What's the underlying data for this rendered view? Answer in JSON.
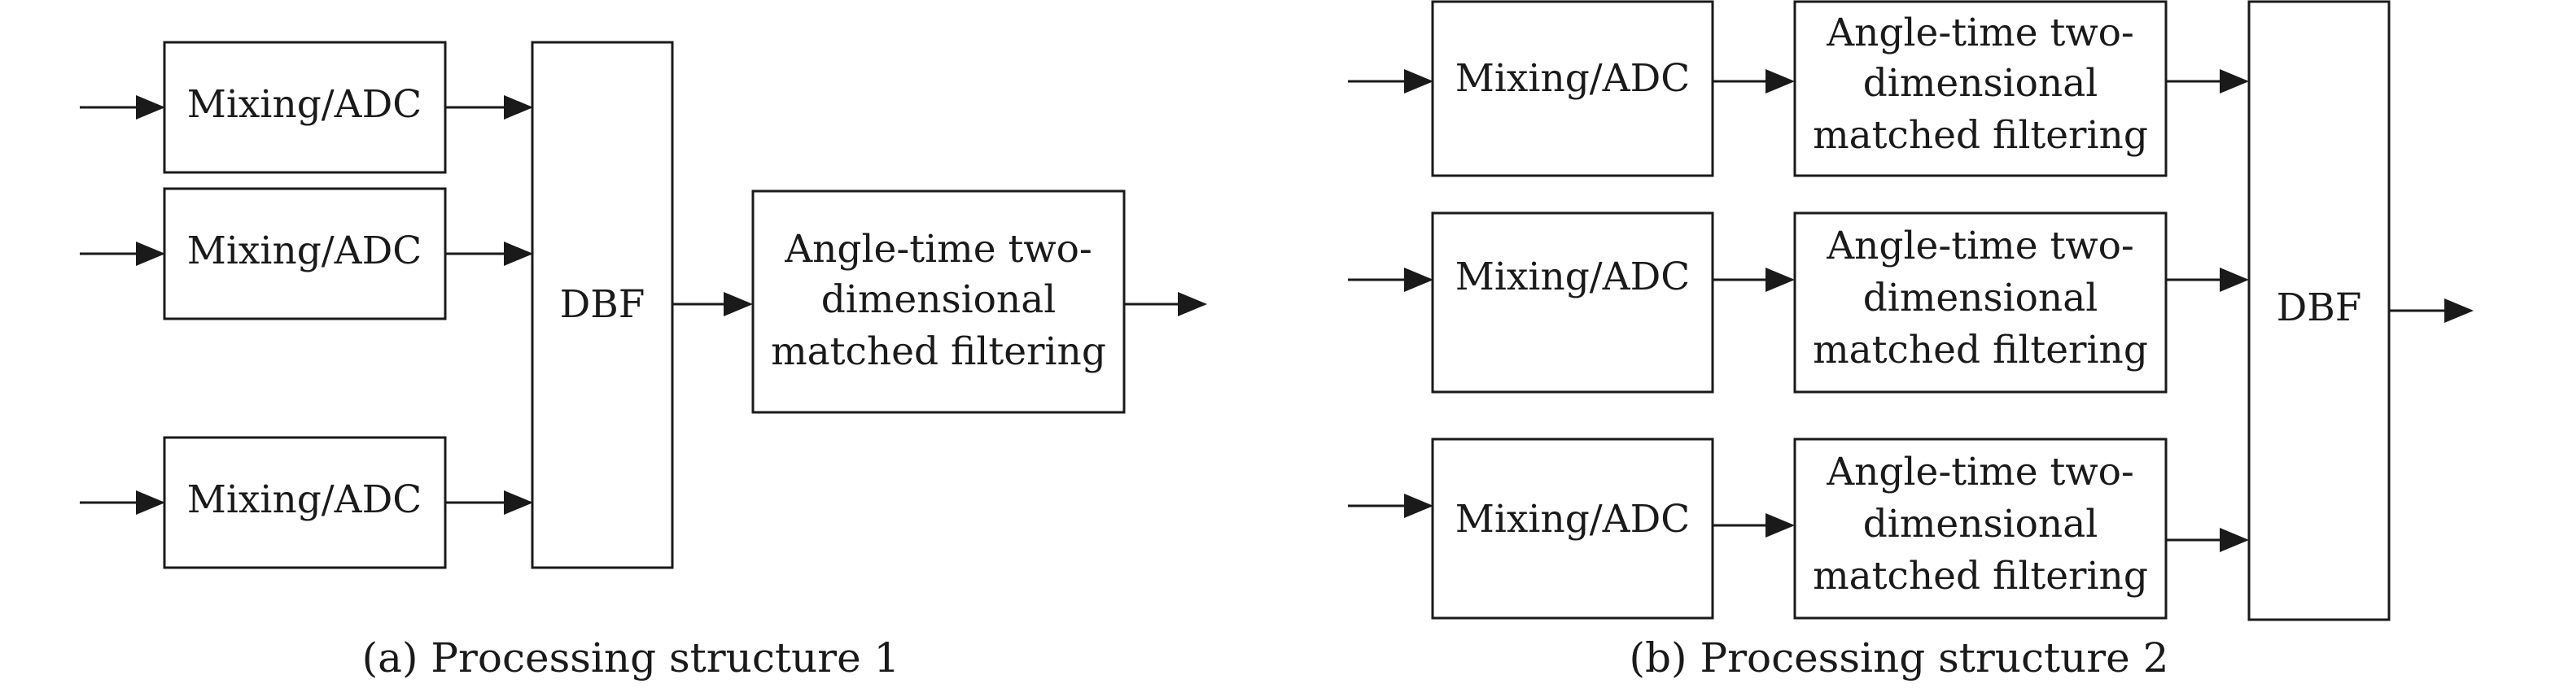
{
  "panel_a": {
    "caption": "(a) Processing structure 1",
    "mixing_adc": [
      "Mixing/ADC",
      "Mixing/ADC",
      "Mixing/ADC"
    ],
    "dbf": "DBF",
    "filter": [
      "Angle-time two-",
      "dimensional",
      "matched filtering"
    ]
  },
  "panel_b": {
    "caption": "(b) Processing structure 2",
    "mixing_adc": [
      "Mixing/ADC",
      "Mixing/ADC",
      "Mixing/ADC"
    ],
    "filters": [
      [
        "Angle-time two-",
        "dimensional",
        "matched filtering"
      ],
      [
        "Angle-time two-",
        "dimensional",
        "matched filtering"
      ],
      [
        "Angle-time two-",
        "dimensional",
        "matched filtering"
      ]
    ],
    "dbf": "DBF"
  },
  "colors": {
    "stroke": "#1a1a1a",
    "background": "#ffffff"
  }
}
